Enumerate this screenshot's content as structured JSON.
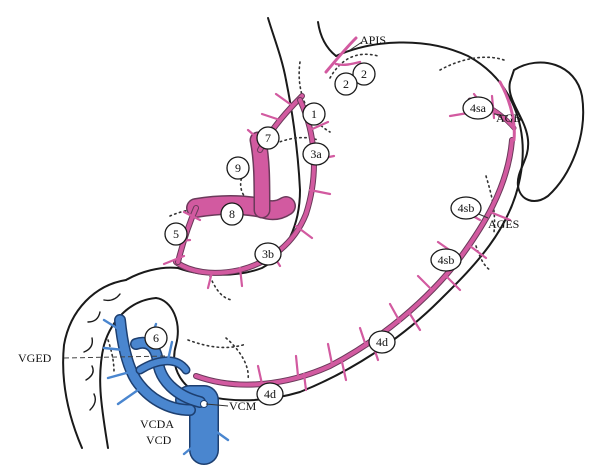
{
  "labels": {
    "apis": "APIS",
    "agb": "AGB",
    "ages": "AGES",
    "vged": "VGED",
    "vcm": "VCM",
    "vcda": "VCDA",
    "vcd": "VCD"
  },
  "nodes": {
    "n1": "1",
    "n2a": "2",
    "n2b": "2",
    "n3a": "3a",
    "n3b": "3b",
    "n4sa": "4sa",
    "n4sb1": "4sb",
    "n4sb2": "4sb",
    "n4d1": "4d",
    "n4d2": "4d",
    "n5": "5",
    "n6": "6",
    "n7": "7",
    "n8": "8",
    "n9": "9"
  },
  "colors": {
    "artery": "#d25aa0",
    "vein": "#4a86cf",
    "outline": "#1a1a1a"
  }
}
